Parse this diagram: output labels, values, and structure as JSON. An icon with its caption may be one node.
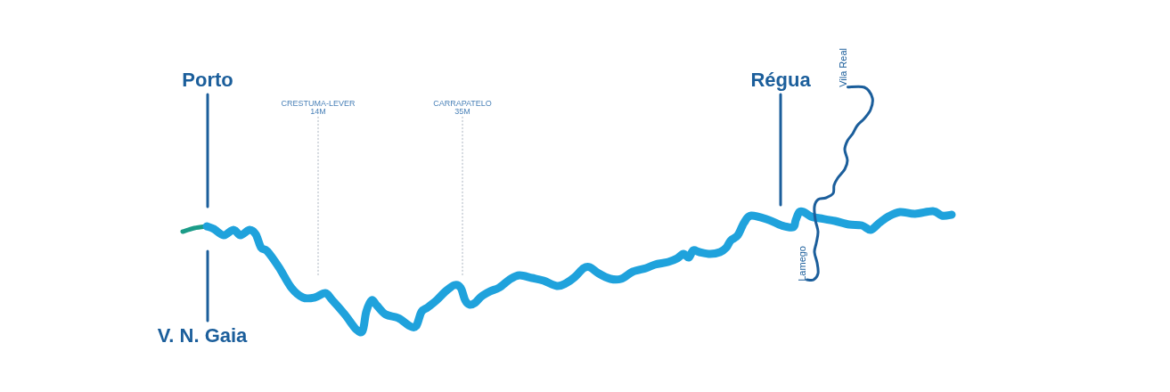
{
  "diagram": {
    "nodes": [
      {
        "text": [
          "Porto"
        ]
      },
      {
        "text": [
          "V. N. Gaia"
        ]
      },
      {
        "text": [
          "CRESTUMA-LEVER",
          "14M"
        ]
      },
      {
        "text": [
          "CARRAPATELO",
          "35M"
        ]
      },
      {
        "text": [
          "Régua"
        ]
      },
      {
        "text": [
          "Vila Real"
        ]
      },
      {
        "text": [
          "Lamego"
        ]
      }
    ],
    "edges": [
      {
        "from": 0,
        "to": null,
        "arrow": "none"
      },
      {
        "from": 1,
        "to": null,
        "arrow": "none"
      },
      {
        "from": 2,
        "to": null,
        "arrow": "none",
        "style": "dashed",
        "color": "#aab4bf"
      },
      {
        "from": 3,
        "to": null,
        "arrow": "none",
        "style": "dashed",
        "color": "#aab4bf"
      },
      {
        "from": 4,
        "to": null,
        "arrow": "none"
      },
      {
        "from": 5,
        "to": 6,
        "arrow": "none"
      }
    ]
  }
}
